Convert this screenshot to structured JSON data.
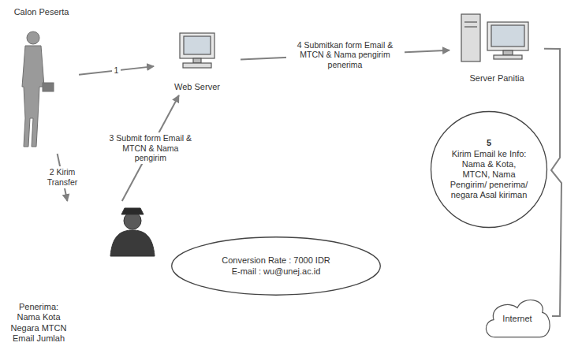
{
  "diagram": {
    "nodes": [
      {
        "text": [
          "Calon Peserta"
        ]
      },
      {
        "text": [
          "Web Server"
        ]
      },
      {
        "text": [
          "Server Panitia"
        ]
      },
      {
        "text": [
          "Penerima: Nama Kota Negara MTCN Email Jumlah"
        ]
      },
      {
        "text": [
          "5",
          "Kirim Email ke Info: Nama & Kota, MTCN, Nama Pengirim/ penerima/ negara Asal kiriman"
        ]
      },
      {
        "text": [
          "Conversion Rate : 7000 IDR",
          "E-mail : wu@unej.ac.id"
        ]
      },
      {
        "text": [
          "Internet"
        ]
      }
    ],
    "edges": [
      {
        "from": 0,
        "to": 1,
        "label": "1",
        "arrow": "to"
      },
      {
        "from": 0,
        "to": 3,
        "label": "2 Kirim Transfer",
        "arrow": "to"
      },
      {
        "from": 3,
        "to": 1,
        "label": "3 Submit form Email & MTCN & Nama pengirim",
        "arrow": "to"
      },
      {
        "from": 1,
        "to": 2,
        "label": "4 Submitkan form Email & MTCN & Nama pengirim penerima",
        "arrow": "to"
      },
      {
        "from": 2,
        "to": 6,
        "arrow": "none"
      }
    ]
  }
}
